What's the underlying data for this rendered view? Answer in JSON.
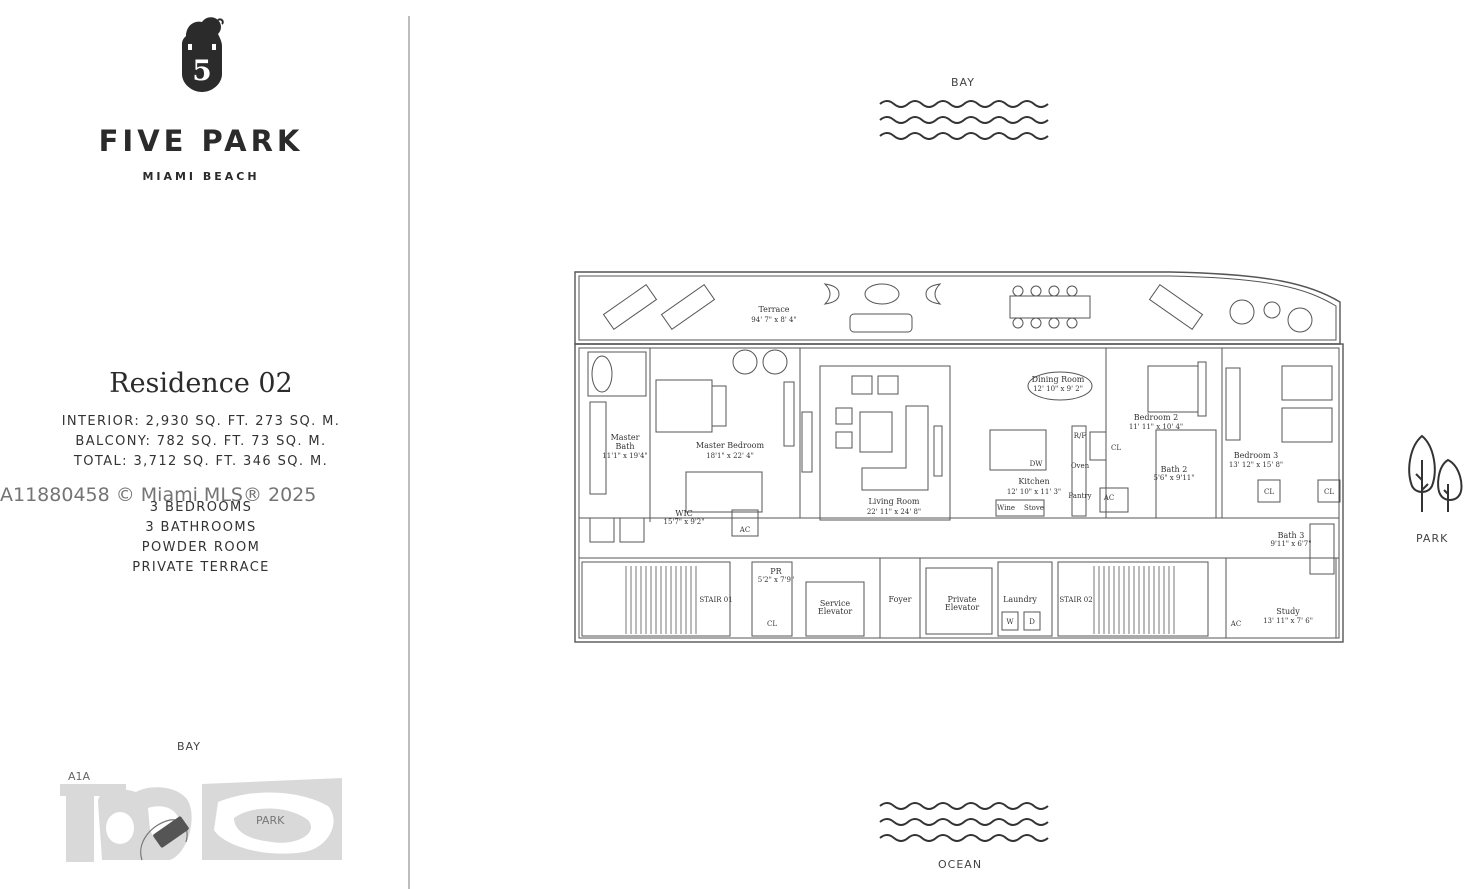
{
  "brand": {
    "name": "FIVE PARK",
    "location": "MIAMI BEACH",
    "logo_numeral": "5"
  },
  "residence": {
    "title": "Residence 02",
    "areas": [
      "INTERIOR: 2,930 SQ. FT.   273 SQ. M.",
      "BALCONY: 782 SQ. FT.   73 SQ. M.",
      "TOTAL: 3,712 SQ. FT.   346 SQ. M."
    ],
    "features": [
      "3 BEDROOMS",
      "3  BATHROOMS",
      "POWDER ROOM",
      "PRIVATE TERRACE"
    ]
  },
  "watermark": "A11880458 © Miami MLS® 2025",
  "site_map": {
    "bay": "BAY",
    "road": "A1A",
    "park": "PARK"
  },
  "orientation": {
    "north": "BAY",
    "south": "OCEAN",
    "east": "PARK"
  },
  "rooms": {
    "terrace": {
      "name": "Terrace",
      "dims": "94' 7\" x 8' 4\""
    },
    "master_bath": {
      "name": "Master",
      "name2": "Bath",
      "dims": "11'1\" x 19'4\""
    },
    "master_bedroom": {
      "name": "Master Bedroom",
      "dims": "18'1\" x 22' 4\""
    },
    "wic": {
      "name": "WIC",
      "dims": "15'7\" x 9'2\""
    },
    "living_room": {
      "name": "Living Room",
      "dims": "22' 11\" x 24' 8\""
    },
    "dining_room": {
      "name": "Dining Room",
      "dims": "12' 10\" x 9' 2\""
    },
    "kitchen": {
      "name": "Kitchen",
      "dims": "12' 10\" x 11' 3\""
    },
    "bedroom_2": {
      "name": "Bedroom 2",
      "dims": "11' 11\" x 10' 4\""
    },
    "bath_2": {
      "name": "Bath 2",
      "dims": "5'6\" x 9'11\""
    },
    "bedroom_3": {
      "name": "Bedroom 3",
      "dims": "13' 12\" x 15' 8\""
    },
    "bath_3": {
      "name": "Bath 3",
      "dims": "9'11\" x 6'7\""
    },
    "study": {
      "name": "Study",
      "dims": "13' 11\" x 7' 6\""
    },
    "powder_room": {
      "name": "PR",
      "dims": "5'2\" x 7'9\""
    },
    "foyer": "Foyer",
    "laundry": "Laundry",
    "service_elevator": {
      "line1": "Service",
      "line2": "Elevator"
    },
    "private_elevator": {
      "line1": "Private",
      "line2": "Elevator"
    },
    "stair_01": "STAIR 01",
    "stair_02": "STAIR 02"
  },
  "fixtures": {
    "ac": "AC",
    "cl": "CL",
    "washer": "W",
    "dryer": "D",
    "wine": "Wine",
    "stove": "Stove",
    "pantry": "Pantry",
    "oven": "Oven",
    "refrigerator": "R/F",
    "dishwasher": "DW"
  }
}
